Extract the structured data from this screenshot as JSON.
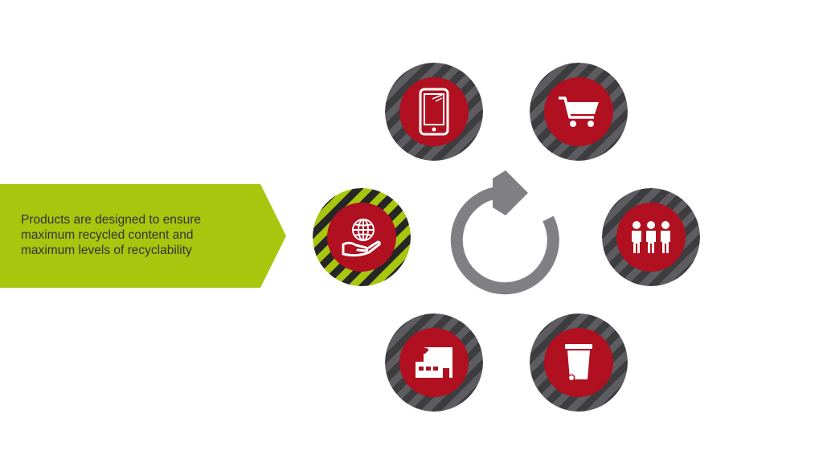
{
  "callout": {
    "text": "Products are designed to ensure\nmaximum recycled content and\nmaximum levels of recyclability",
    "color": "#a8c60e"
  },
  "colors": {
    "ring_dark": "#3d3d40",
    "ring_light": "#5c5c61",
    "core_red": "#b01020",
    "active_accent": "#a8c60e",
    "cycle_arrow": "#808084"
  },
  "nodes": [
    {
      "id": "device",
      "icon": "tablet-icon",
      "active": false
    },
    {
      "id": "shopping",
      "icon": "shopping-cart-icon",
      "active": false
    },
    {
      "id": "users",
      "icon": "people-icon",
      "active": false
    },
    {
      "id": "disposal",
      "icon": "wheelie-bin-icon",
      "active": false
    },
    {
      "id": "manufacturing",
      "icon": "factory-icon",
      "active": false
    },
    {
      "id": "sustainable-design",
      "icon": "globe-in-hand-icon",
      "active": true
    }
  ],
  "center": {
    "icon": "cycle-arrow-icon"
  }
}
